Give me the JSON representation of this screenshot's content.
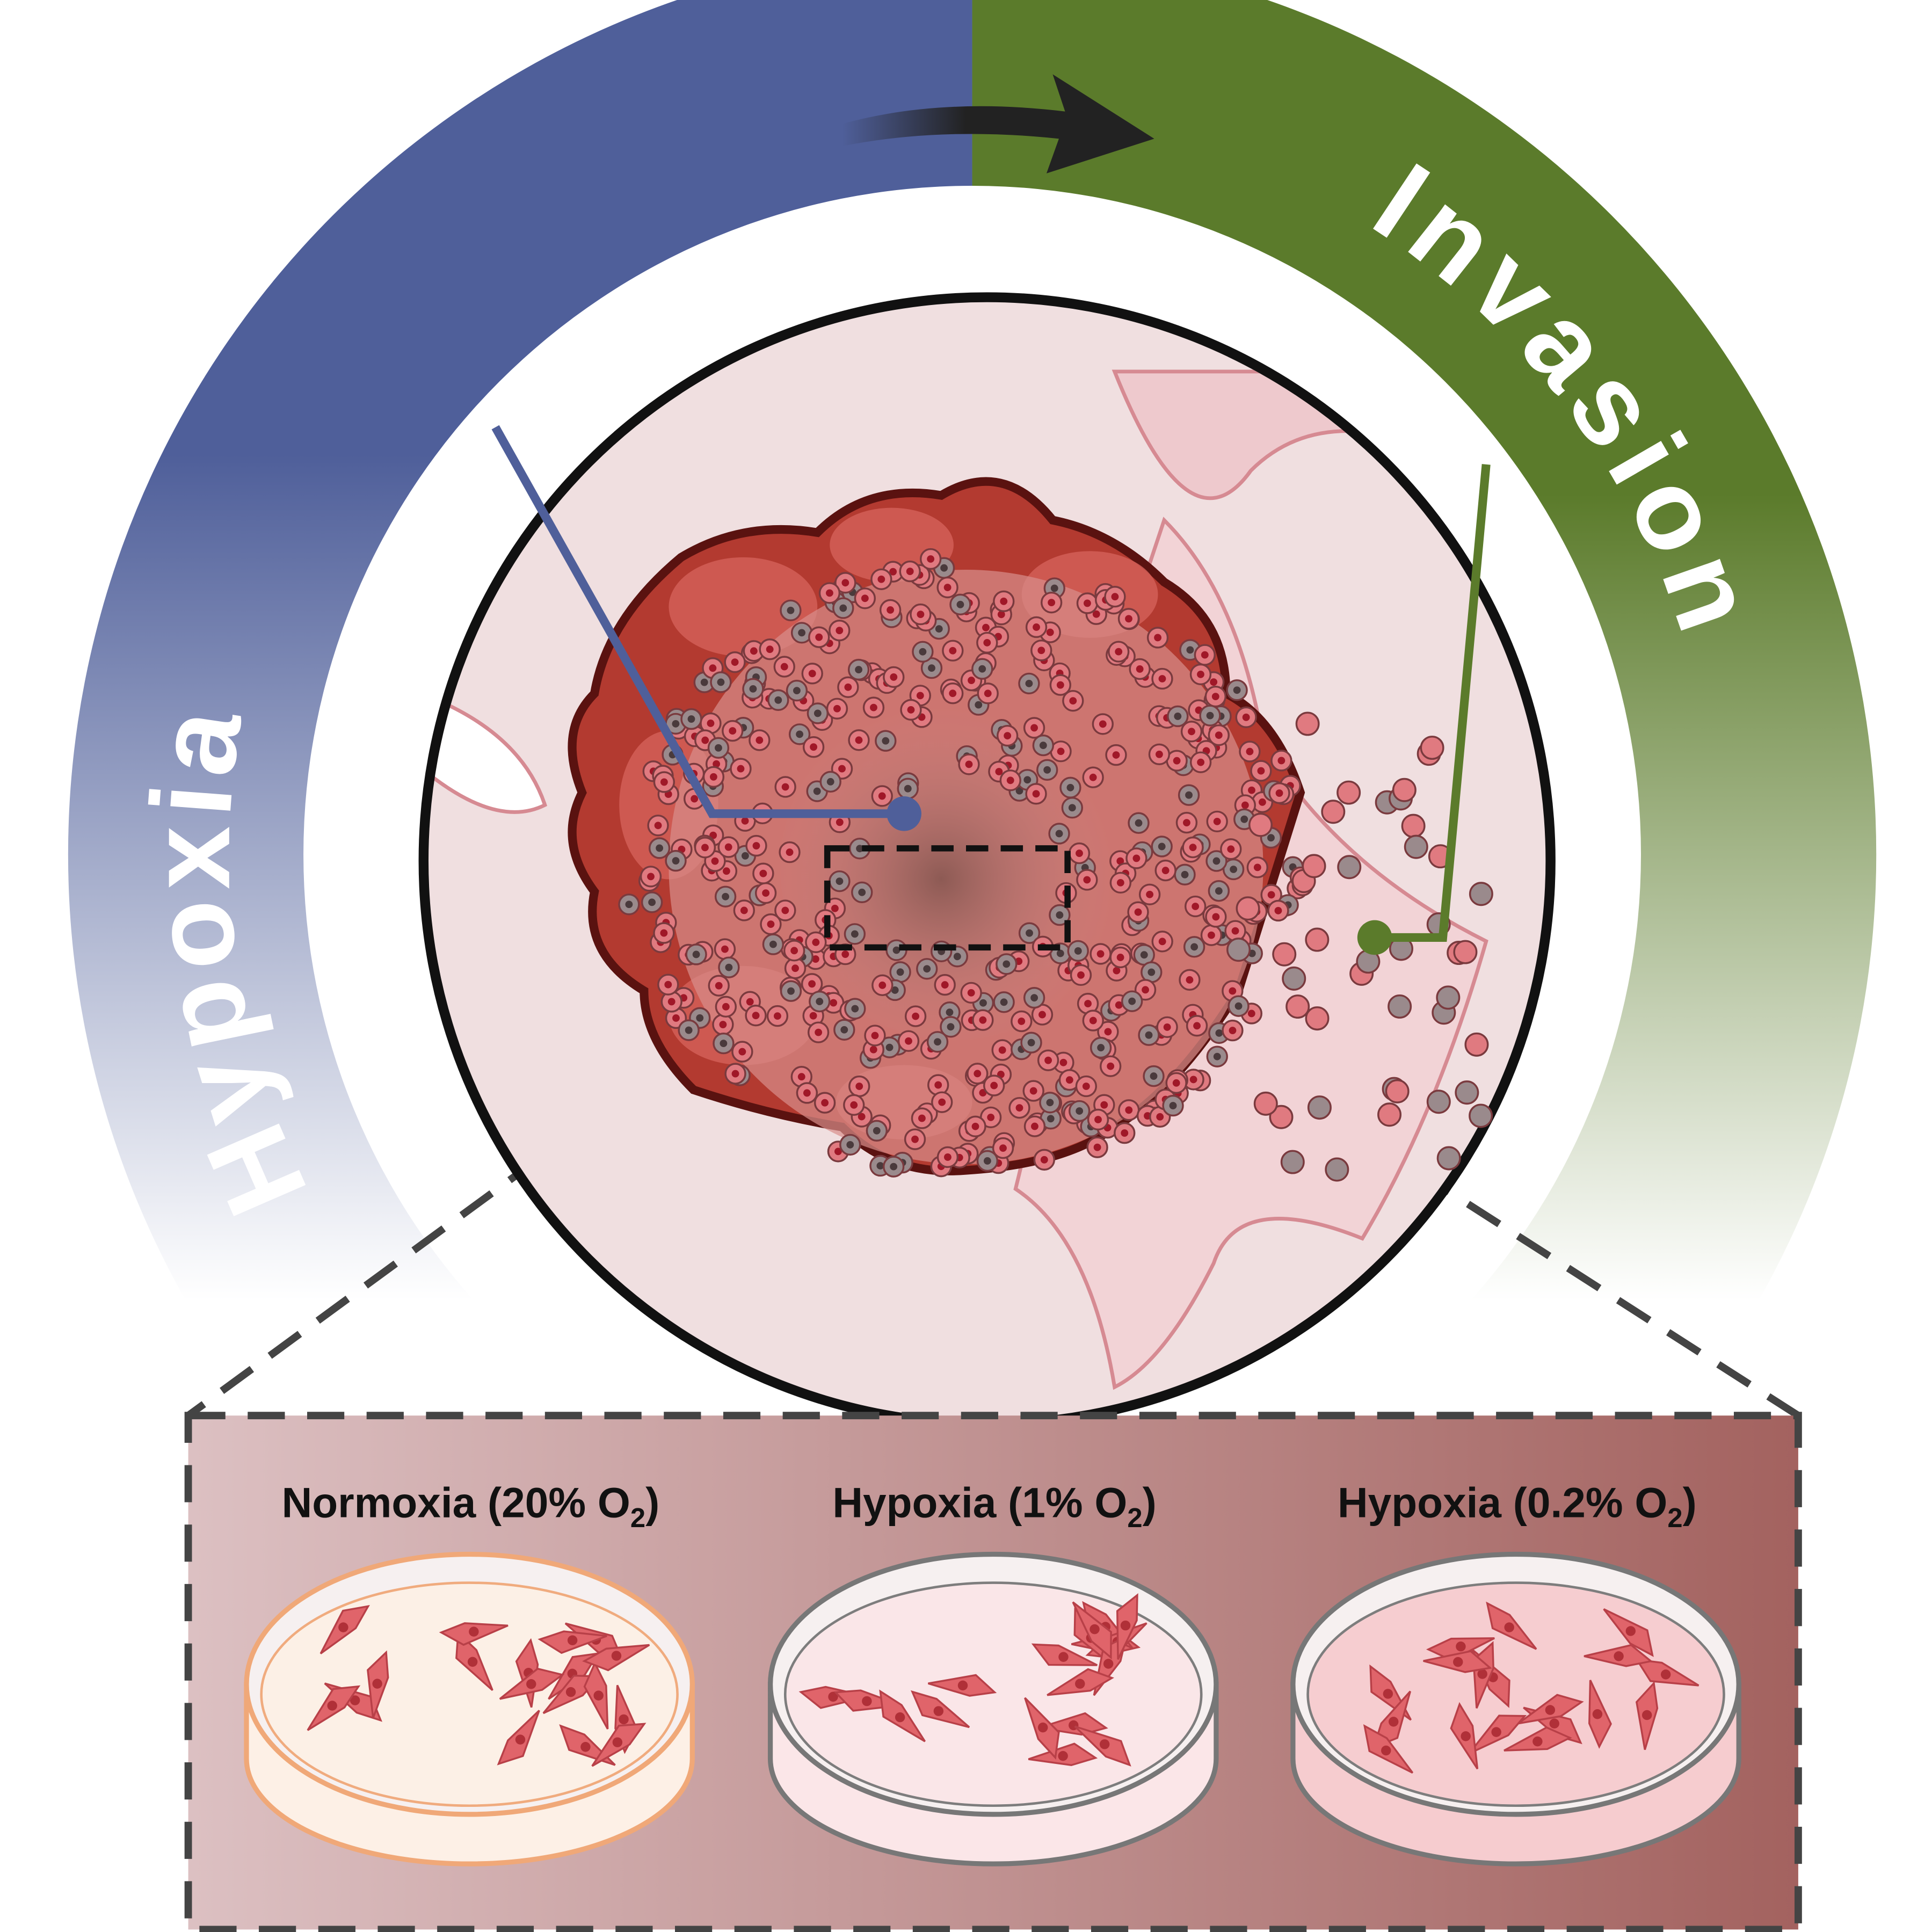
{
  "arc": {
    "left_label": "Hypoxia",
    "right_label": "Invasion",
    "left_color": "#4f5f9a",
    "right_color": "#5b7b2b",
    "arrow_icon": "curved-arrow-right"
  },
  "panel": {
    "conditions": [
      {
        "label": "Normoxia (20% O",
        "sub": "2",
        "close": ")",
        "dish_color": "#f0a878",
        "medium_color": "#fdf0e6"
      },
      {
        "label": "Hypoxia (1% O",
        "sub": "2",
        "close": ")",
        "dish_color": "#777777",
        "medium_color": "#fbe6e8"
      },
      {
        "label": "Hypoxia (0.2% O",
        "sub": "2",
        "close": ")",
        "dish_color": "#777777",
        "medium_color": "#f6cccf"
      }
    ],
    "gradient": [
      "#dcc0c2",
      "#a3625f"
    ]
  },
  "colors": {
    "tumor": "#b33a30",
    "tissue": "#f0dfe0",
    "cell": "#d9505a"
  }
}
